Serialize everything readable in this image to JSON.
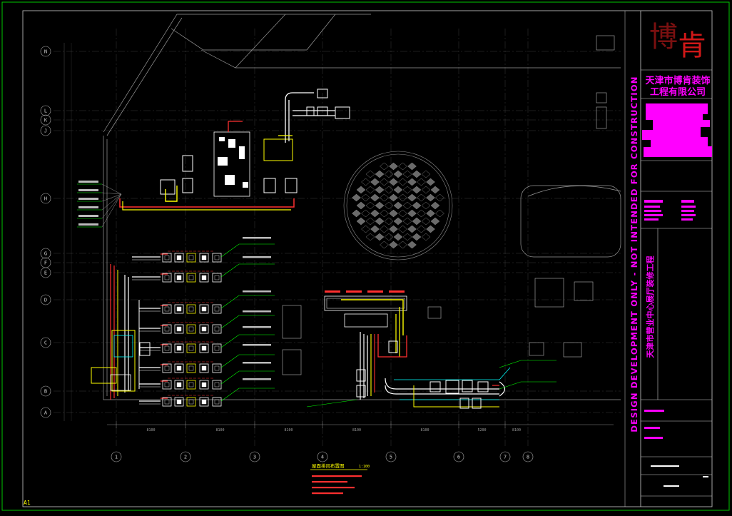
{
  "drawing": {
    "grid_rows": [
      "N",
      "L",
      "K",
      "J",
      "H",
      "G",
      "F",
      "E",
      "D",
      "C",
      "B",
      "A"
    ],
    "grid_cols": [
      "1",
      "2",
      "3",
      "4",
      "5",
      "6",
      "7",
      "8"
    ],
    "col_spacings": [
      "8100",
      "8100",
      "8100",
      "8100",
      "8100",
      "5200",
      "8100"
    ],
    "stamp": "DESIGN DEVELOPMENT ONLY - NOT INTENDED FOR CONSTRUCTION",
    "plan_title": "屋面排风布置图",
    "plan_scale": "1:100"
  },
  "title_block": {
    "logo_char_1": "博",
    "logo_char_2": "肯",
    "company_line_1": "天津市博肯装饰",
    "company_line_2": "工程有限公司",
    "project_name": "天津市营业中心展厅装修工程"
  },
  "sheet": {
    "size": "A1"
  },
  "colors": {
    "background": "#000000",
    "frame": "#00ff00",
    "grid": "#4a4a4a",
    "duct_white": "#ffffff",
    "duct_yellow": "#ffff00",
    "duct_red": "#ff3030",
    "annotation_green": "#00ff00",
    "title_magenta": "#ff00ff",
    "cyan": "#00ffff"
  }
}
